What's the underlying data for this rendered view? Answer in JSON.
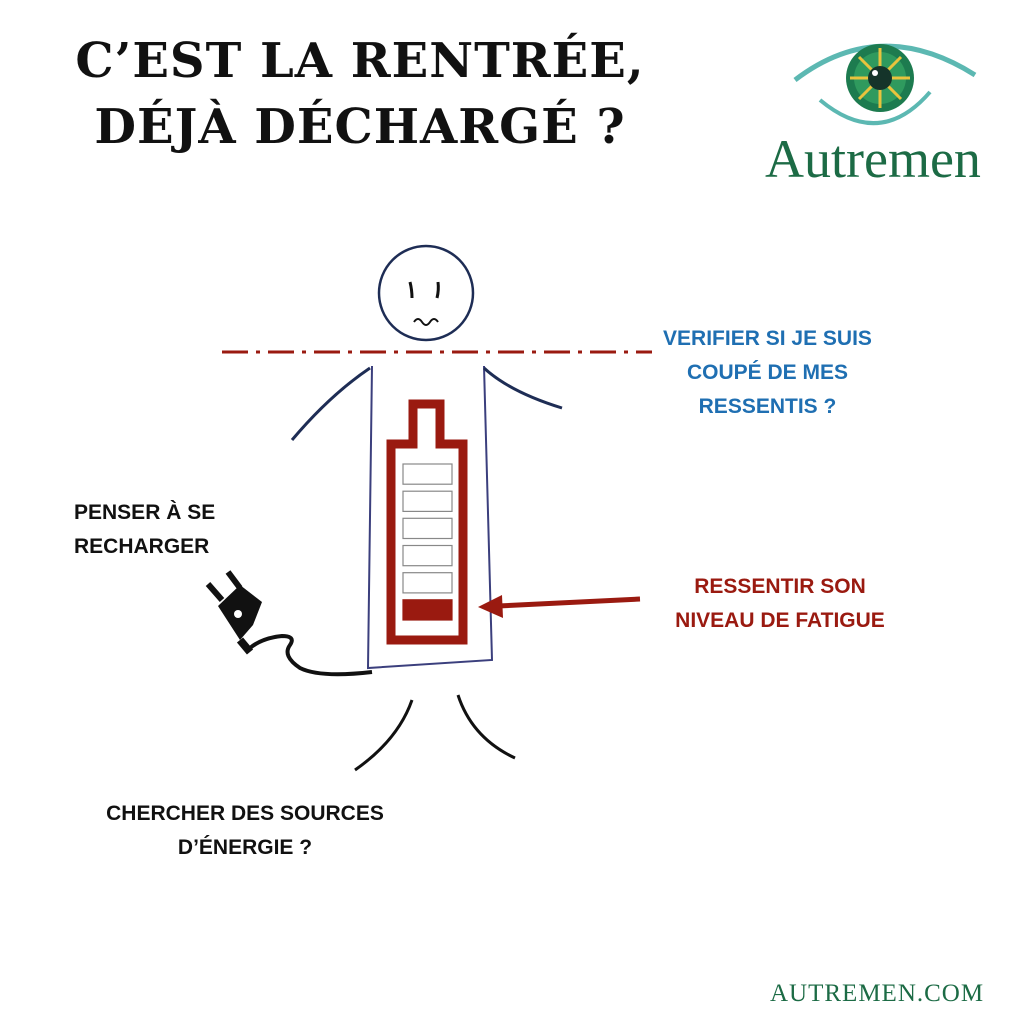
{
  "title": {
    "line1": "C’EST LA RENTRÉE,",
    "line2": "DÉJÀ DÉCHARGÉ ?"
  },
  "brand": {
    "name": "Autremen",
    "website": "AUTREMEN.COM",
    "logo_icon": "eye-logo-icon",
    "color": "#1c6b45"
  },
  "annotations": {
    "feelings": {
      "lines": [
        "VERIFIER SI JE SUIS",
        "COUPÉ DE MES",
        "RESSENTIS ?"
      ],
      "color": "#1f6fb2"
    },
    "fatigue": {
      "lines": [
        "RESSENTIR SON",
        "NIVEAU DE FATIGUE"
      ],
      "color": "#9a1a10"
    },
    "recharge": {
      "lines": [
        "PENSER À SE",
        "RECHARGER"
      ],
      "color": "#111111"
    },
    "energy": {
      "lines": [
        "CHERCHER DES SOURCES",
        "D’ÉNERGIE ?"
      ],
      "color": "#111111"
    }
  },
  "battery": {
    "charge_level": 0.17,
    "segments_total": 6,
    "segments_filled": 1,
    "color": "#9a1a10"
  }
}
